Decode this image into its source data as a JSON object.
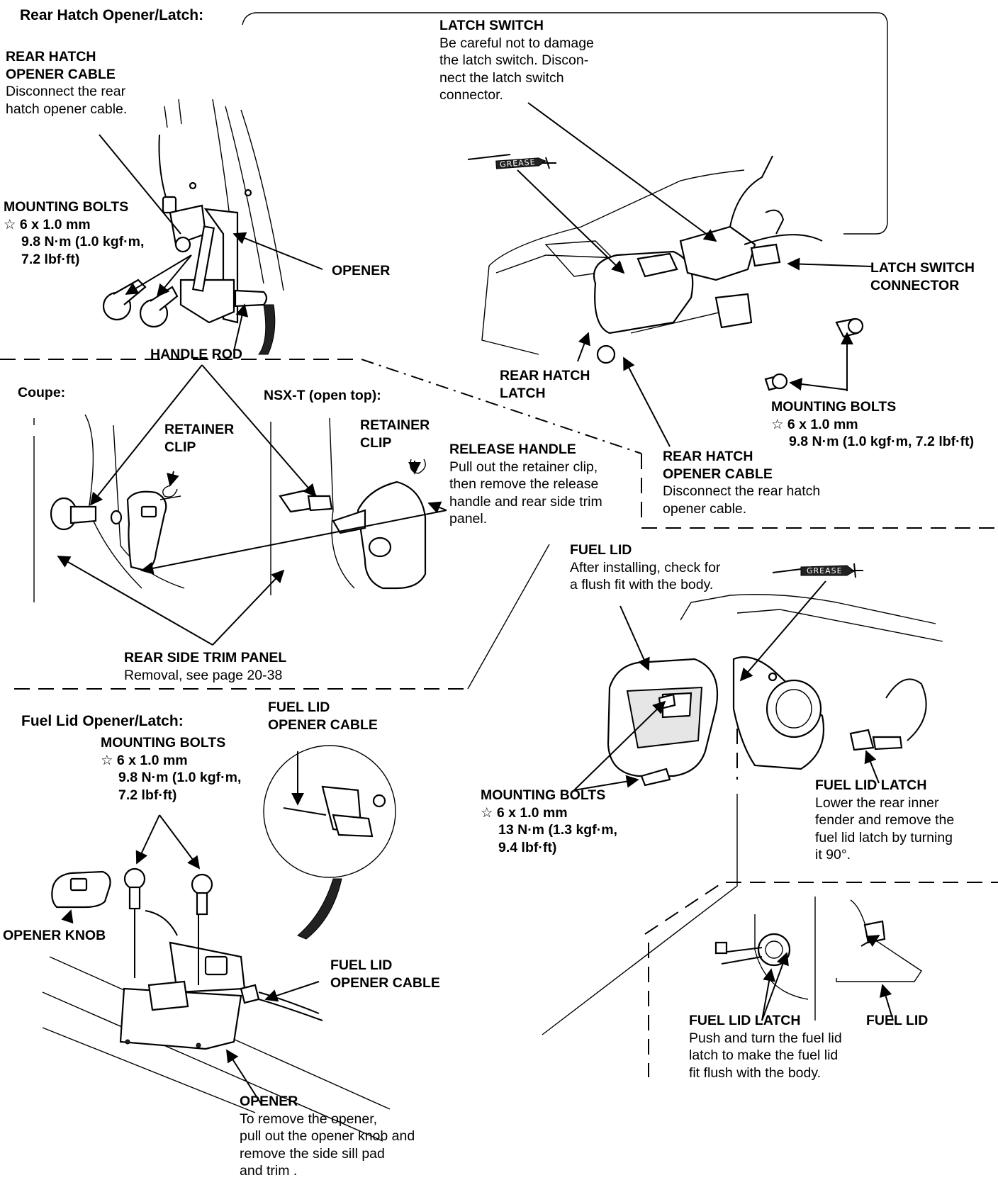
{
  "sections": {
    "rear_hatch": "Rear Hatch Opener/Latch:",
    "fuel_lid": "Fuel Lid Opener/Latch:",
    "coupe": "Coupe:",
    "nsx_t": "NSX-T (open top):"
  },
  "labels": {
    "rear_hatch_opener_cable_1": {
      "title_1": "REAR HATCH",
      "title_2": "OPENER CABLE",
      "line_1": "Disconnect the rear",
      "line_2": "hatch opener cable."
    },
    "mounting_bolts_1": {
      "title": "MOUNTING BOLTS",
      "spec_1": "☆ 6 x 1.0 mm",
      "spec_2": "9.8 N·m (1.0 kgf·m,",
      "spec_3": "7.2 lbf·ft)"
    },
    "opener_1": "OPENER",
    "handle_rod": "HANDLE ROD",
    "latch_switch": {
      "title": "LATCH SWITCH",
      "line_1": "Be careful not to damage",
      "line_2": "the latch switch. Discon-",
      "line_3": "nect the latch switch",
      "line_4": "connector."
    },
    "grease_1": "GREASE",
    "latch_switch_connector": {
      "title_1": "LATCH SWITCH",
      "title_2": "CONNECTOR"
    },
    "rear_hatch_latch": {
      "title_1": "REAR HATCH",
      "title_2": "LATCH"
    },
    "mounting_bolts_2": {
      "title": "MOUNTING BOLTS",
      "spec_1": "☆ 6 x 1.0 mm",
      "spec_2": "9.8 N·m (1.0 kgf·m, 7.2 lbf·ft)"
    },
    "rear_hatch_opener_cable_2": {
      "title_1": "REAR HATCH",
      "title_2": "OPENER CABLE",
      "line_1": "Disconnect the rear hatch",
      "line_2": "opener cable."
    },
    "retainer_clip_1": {
      "title_1": "RETAINER",
      "title_2": "CLIP"
    },
    "retainer_clip_2": {
      "title_1": "RETAINER",
      "title_2": "CLIP"
    },
    "release_handle": {
      "title": "RELEASE HANDLE",
      "line_1": "Pull out the retainer clip,",
      "line_2": "then remove the release",
      "line_3": "handle and rear side trim",
      "line_4": "panel."
    },
    "rear_side_trim_panel": {
      "title": "REAR SIDE TRIM PANEL",
      "line_1": "Removal, see page 20-38"
    },
    "fuel_lid_1": {
      "title": "FUEL LID",
      "line_1": "After installing, check for",
      "line_2": "a flush fit with the body."
    },
    "grease_2": "GREASE",
    "fuel_lid_opener_cable_1": {
      "title_1": "FUEL LID",
      "title_2": "OPENER CABLE"
    },
    "mounting_bolts_3": {
      "title": "MOUNTING BOLTS",
      "spec_1": "☆ 6 x 1.0 mm",
      "spec_2": "9.8 N·m (1.0 kgf·m,",
      "spec_3": "7.2 lbf·ft)"
    },
    "mounting_bolts_4": {
      "title": "MOUNTING BOLTS",
      "spec_1": "☆ 6 x 1.0 mm",
      "spec_2": "13 N·m (1.3 kgf·m,",
      "spec_3": "9.4 lbf·ft)"
    },
    "fuel_lid_latch_1": {
      "title": "FUEL LID LATCH",
      "line_1": "Lower the rear inner",
      "line_2": "fender and remove the",
      "line_3": "fuel lid latch by turning",
      "line_4": "it 90°."
    },
    "opener_knob": "OPENER KNOB",
    "fuel_lid_opener_cable_2": {
      "title_1": "FUEL LID",
      "title_2": "OPENER CABLE"
    },
    "fuel_lid_latch_2": {
      "title": "FUEL LID LATCH",
      "line_1": "Push and turn the fuel lid",
      "line_2": "latch to make the fuel lid",
      "line_3": "fit flush with the body."
    },
    "fuel_lid_2": "FUEL LID",
    "opener_2": {
      "title": "OPENER",
      "line_1": "To remove the opener,",
      "line_2": "pull out the opener knob and",
      "line_3": "remove the side sill pad",
      "line_4": "and trim ."
    }
  }
}
